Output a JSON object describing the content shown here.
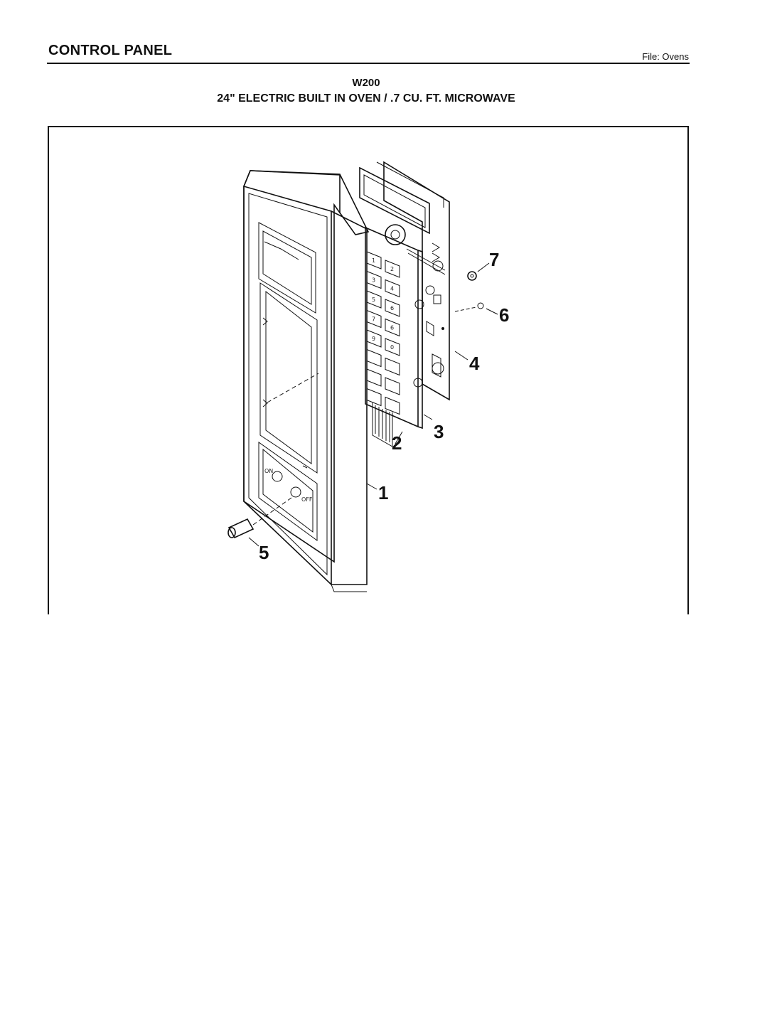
{
  "header": {
    "title": "CONTROL PANEL",
    "file": "File: Ovens"
  },
  "model": "W200",
  "subtitle": "24\" ELECTRIC BUILT IN OVEN / .7 CU. FT. MICROWAVE",
  "callouts": [
    "1",
    "2",
    "3",
    "4",
    "5",
    "6",
    "7"
  ],
  "keypad": {
    "keys": [
      "1",
      "2",
      "3",
      "4",
      "5",
      "6",
      "7",
      "6",
      "9",
      "0"
    ]
  },
  "knobs": {
    "on": "ON",
    "off": "OFF"
  }
}
